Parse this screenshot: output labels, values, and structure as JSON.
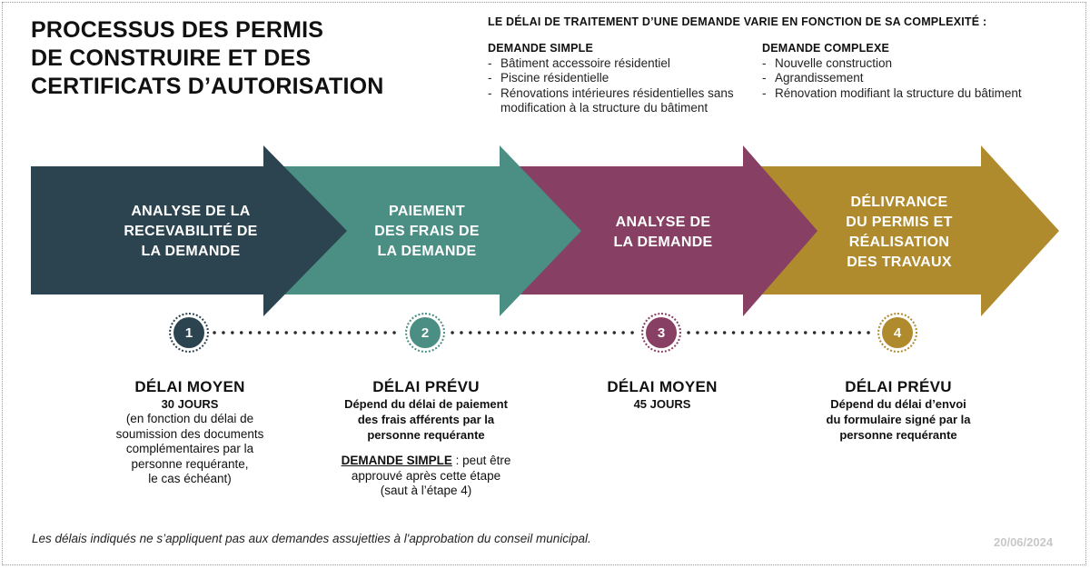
{
  "title": {
    "line1": "PROCESSUS DES PERMIS",
    "line2": "DE CONSTRUIRE ET DES",
    "line3": "CERTIFICATS D’AUTORISATION"
  },
  "intro": {
    "heading": "LE DÉLAI DE TRAITEMENT D’UNE DEMANDE VARIE EN FONCTION DE SA COMPLEXITÉ :",
    "dash": "-",
    "simple": {
      "heading": "DEMANDE SIMPLE",
      "items": [
        "Bâtiment accessoire résidentiel",
        "Piscine résidentielle",
        "Rénovations intérieures résidentielles sans modification à la structure du bâtiment"
      ]
    },
    "complex": {
      "heading": "DEMANDE COMPLEXE",
      "items": [
        "Nouvelle construction",
        "Agrandissement",
        "Rénovation modifiant la structure du bâtiment"
      ]
    }
  },
  "colors": {
    "stage1": "#2c4450",
    "stage2": "#4a8e84",
    "stage3": "#873f63",
    "stage4": "#b08b2e"
  },
  "stages": [
    {
      "lines": [
        "ANALYSE DE LA",
        "RECEVABILITÉ DE",
        "LA DEMANDE"
      ]
    },
    {
      "lines": [
        "PAIEMENT",
        "DES FRAIS DE",
        "LA DEMANDE"
      ]
    },
    {
      "lines": [
        "ANALYSE DE",
        "LA DEMANDE"
      ]
    },
    {
      "lines": [
        "DÉLIVRANCE",
        "DU PERMIS ET",
        "RÉALISATION",
        "DES TRAVAUX"
      ]
    }
  ],
  "steps": [
    "1",
    "2",
    "3",
    "4"
  ],
  "info": {
    "step1": {
      "heading": "DÉLAI MOYEN",
      "sub": "30 JOURS",
      "body": [
        "(en fonction du délai de",
        "soumission des documents",
        "complémentaires par la",
        "personne requérante,",
        "le cas échéant)"
      ]
    },
    "step2": {
      "heading": "DÉLAI PRÉVU",
      "sub": [
        "Dépend du délai de paiement",
        "des frais afférents par la",
        "personne requérante"
      ],
      "note_label": "DEMANDE SIMPLE",
      "note_rest1": " : peut être",
      "note_rest2": "approuvé après cette étape",
      "note_rest3": "(saut à l’étape 4)"
    },
    "step3": {
      "heading": "DÉLAI MOYEN",
      "sub": "45 JOURS"
    },
    "step4": {
      "heading": "DÉLAI PRÉVU",
      "sub": [
        "Dépend du délai d’envoi",
        "du formulaire signé par la",
        "personne requérante"
      ]
    }
  },
  "footnote": "Les délais indiqués ne s’appliquent pas aux demandes assujetties à l'approbation du conseil municipal.",
  "date": "20/06/2024"
}
